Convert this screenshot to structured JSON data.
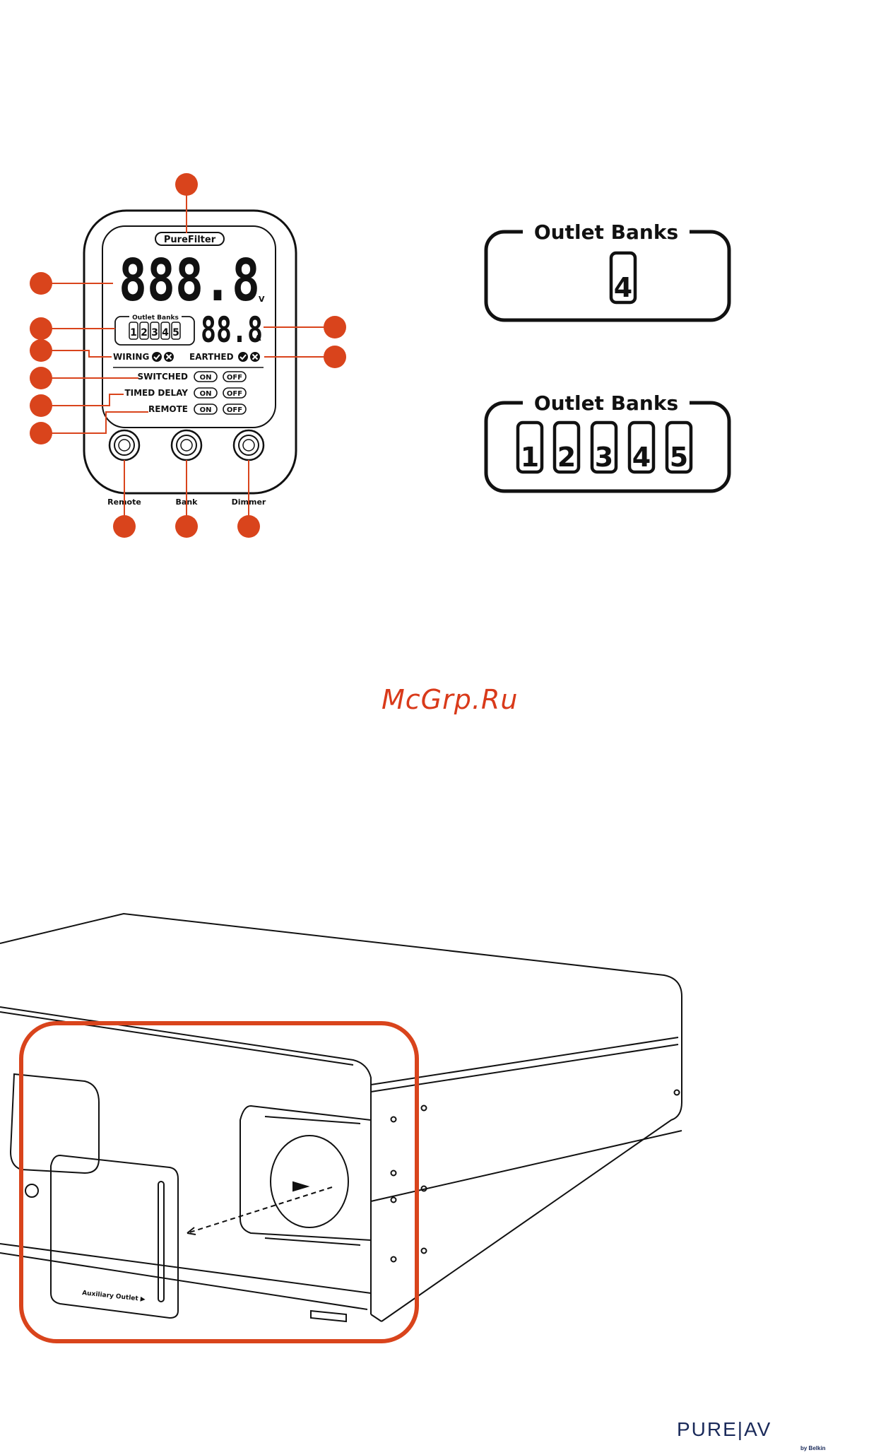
{
  "panel": {
    "brand": "PureFilter",
    "voltage_digits": "888.8",
    "voltage_unit": "V",
    "outlet_banks_label": "Outlet Banks",
    "bank_numbers": [
      "1",
      "2",
      "3",
      "4",
      "5"
    ],
    "current_digits": "88.8",
    "current_unit": "A",
    "wiring_label": "WIRING",
    "earthed_label": "EARTHED",
    "switched_label": "SWITCHED",
    "timed_delay_label": "TIMED DELAY",
    "remote_label": "REMOTE",
    "on_label": "ON",
    "off_label": "OFF",
    "buttons": [
      "Remote",
      "Bank",
      "Dimmer"
    ]
  },
  "detail_single": {
    "title": "Outlet Banks",
    "bank": "4"
  },
  "detail_all": {
    "title": "Outlet Banks",
    "banks": [
      "1",
      "2",
      "3",
      "4",
      "5"
    ]
  },
  "watermark": "McGrp.Ru",
  "device": {
    "aux_label": "Auxiliary Outlet ▶"
  },
  "logo": {
    "name": "PURE|AV",
    "sub": "by Belkin"
  },
  "colors": {
    "callout": "#d9441c",
    "ink": "#111111",
    "logo": "#1a2a5a"
  }
}
